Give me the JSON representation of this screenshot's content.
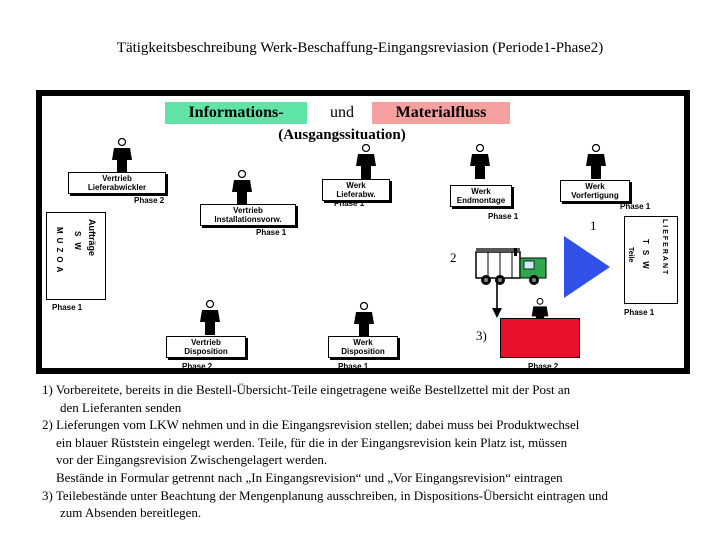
{
  "title": "Tätigkeitsbeschreibung Werk-Beschaffung-Eingangsreviasion (Periode1-Phase2)",
  "header": {
    "info": "Informations-",
    "und": "und",
    "material": "Materialfluss",
    "situation": "(Ausgangssituation)"
  },
  "roles": {
    "vertrieb_lieferabwickler": [
      "Vertrieb",
      "Lieferabwickler"
    ],
    "vertrieb_installationsvorw": [
      "Vertrieb",
      "Installationsvorw."
    ],
    "werk_lieferabw": [
      "Werk",
      "Lieferabw."
    ],
    "werk_endmontage": [
      "Werk",
      "Endmontage"
    ],
    "werk_vorfertigung": [
      "Werk",
      "Vorfertigung"
    ],
    "vertrieb_disposition": [
      "Vertrieb",
      "Disposition"
    ],
    "werk_disposition": [
      "Werk",
      "Disposition"
    ]
  },
  "phases": {
    "phase1": "Phase 1",
    "phase2": "Phase 2"
  },
  "left_box": {
    "col1": "MUZOA",
    "col2": "SW",
    "col3": "Aufträge"
  },
  "right_box": {
    "col1": "Teile",
    "col2": "TSW",
    "col3": "LIEFERANT"
  },
  "markers": {
    "m1": "1",
    "m2": "2",
    "m3": "3)"
  },
  "colors": {
    "info_bg": "#5fe3a6",
    "material_bg": "#f6a0a0",
    "truck_green": "#2ea84a",
    "triangle_blue": "#3050e8",
    "box_red": "#e8102a"
  },
  "legend": {
    "l1a": "1) Vorbereitete, bereits in die Bestell-Übersicht-Teile eingetragene weiße Bestellzettel mit der Post an",
    "l1b": "den Lieferanten senden",
    "l2a": "2) Lieferungen vom LKW nehmen und in die Eingangsrevision stellen; dabei muss bei Produktwechsel",
    "l2b": "ein blauer Rüststein eingelegt werden. Teile, für die in der Eingangsrevision kein Platz ist, müssen",
    "l2c": "vor der Eingangsrevision Zwischengelagert werden.",
    "l2d": "Bestände in Formular getrennt nach „In Eingangsrevision“ und „Vor Eingangsrevision“ eintragen",
    "l3a": "3) Teilebestände unter Beachtung der Mengenplanung ausschreiben, in Dispositions-Übersicht eintragen und",
    "l3b": "zum Absenden bereitlegen."
  }
}
